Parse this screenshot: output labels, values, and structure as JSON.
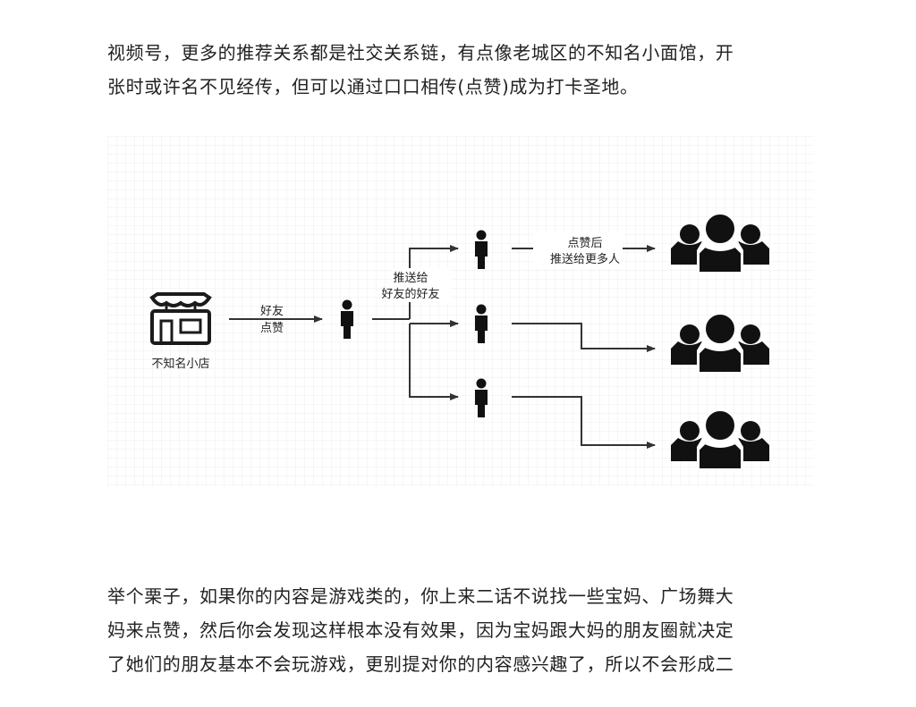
{
  "paragraph_top": {
    "lines": [
      "视频号，更多的推荐关系都是社交关系链，有点像老城区的不知名小面馆，开",
      "张时或许名不见经传，但可以通过口口相传(点赞)成为打卡圣地。"
    ]
  },
  "diagram": {
    "store_label": "不知名小店",
    "edge1_label": [
      "好友",
      "点赞"
    ],
    "edge2_label": [
      "推送给",
      "好友的好友"
    ],
    "edge3_label": [
      "点赞后",
      "推送给更多人"
    ],
    "icons": [
      "store-icon",
      "person-icon",
      "group-icon"
    ]
  },
  "paragraph_bottom": {
    "lines": [
      "举个栗子，如果你的内容是游戏类的，你上来二话不说找一些宝妈、广场舞大",
      "妈来点赞，然后你会发现这样根本没有效果，因为宝妈跟大妈的朋友圈就决定",
      "了她们的朋友基本不会玩游戏，更别提对你的内容感兴趣了，所以不会形成二"
    ]
  }
}
